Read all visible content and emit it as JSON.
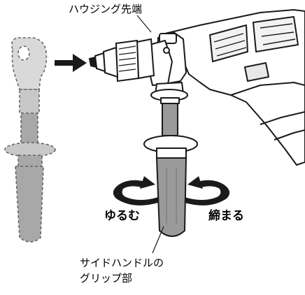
{
  "labels": {
    "housing_tip": "ハウジング先端",
    "loosen": "ゆるむ",
    "tighten": "締まる",
    "grip_line1": "サイドハンドルの",
    "grip_line2": "グリップ部"
  },
  "colors": {
    "outline": "#1a1a1a",
    "drill_fill": "#ffffff",
    "grip_fill": "#9a9a9a",
    "ghost_outline": "#666666",
    "ghost_fill_light": "#d9d9d9",
    "ghost_fill_dark": "#a8a8a8"
  }
}
